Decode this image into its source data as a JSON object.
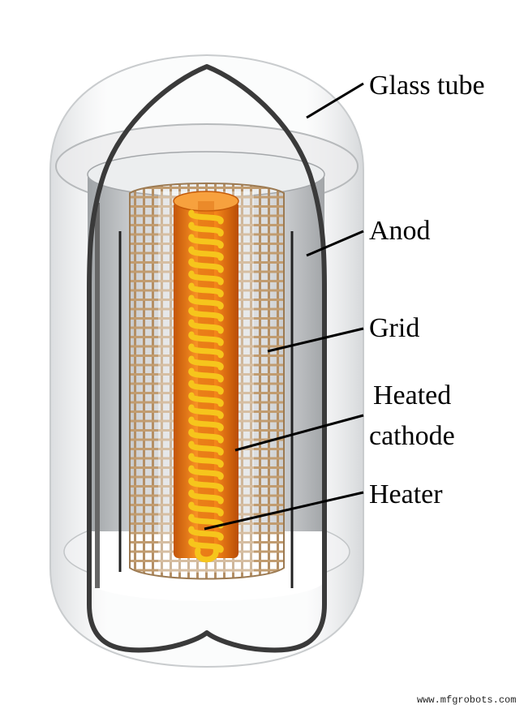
{
  "labels": {
    "glass_tube": "Glass tube",
    "anode": "Anod",
    "grid": "Grid",
    "heated_cathode_line1": "Heated",
    "heated_cathode_line2": "cathode",
    "heater": "Heater"
  },
  "watermark": "www.mfgrobots.com",
  "colors": {
    "glass": "#d9dcdf",
    "glass_outline": "#404040",
    "anode": "#b9bcbf",
    "grid_wire": "#a8845c",
    "cathode": "#e8730f",
    "heater_coil": "#f6c51c",
    "leader_line": "#000000"
  }
}
